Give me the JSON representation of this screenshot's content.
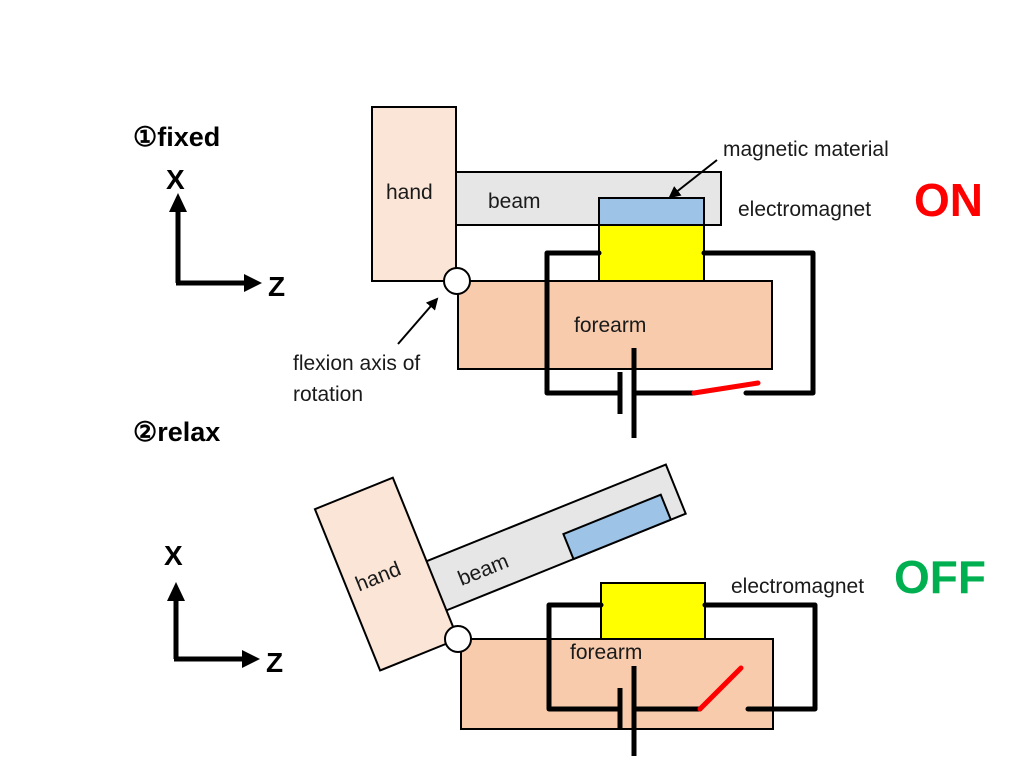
{
  "panel1": {
    "heading": "①fixed",
    "axis_x": "X",
    "axis_z": "Z",
    "hand": "hand",
    "beam": "beam",
    "forearm": "forearm",
    "magnetic_material": "magnetic material",
    "electromagnet": "electromagnet",
    "state": "ON",
    "flexion_line1": "flexion axis of",
    "flexion_line2": "rotation"
  },
  "panel2": {
    "heading": "②relax",
    "axis_x": "X",
    "axis_z": "Z",
    "hand": "hand",
    "beam": "beam",
    "forearm": "forearm",
    "electromagnet": "electromagnet",
    "state": "OFF"
  },
  "colors": {
    "hand": "#fbe5d6",
    "forearm": "#f8cbad",
    "beam": "#e7e6e6",
    "magnetic_material": "#9dc3e6",
    "electromagnet": "#ffff00",
    "switch": "#ff0000",
    "on": "#ff0000",
    "off": "#00b050"
  }
}
